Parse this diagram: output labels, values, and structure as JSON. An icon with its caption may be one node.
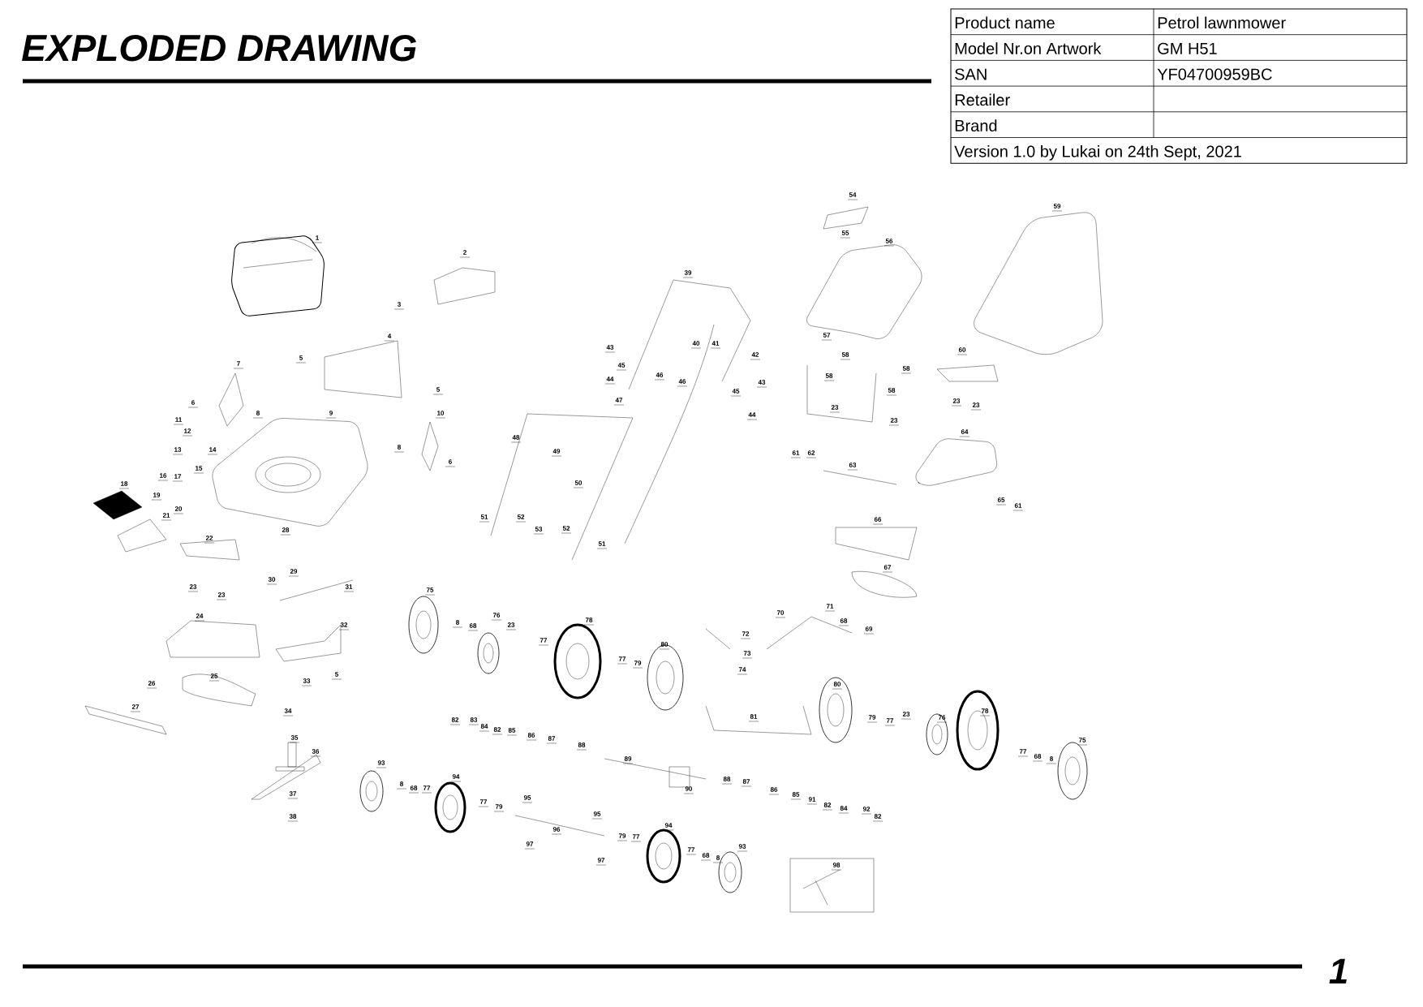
{
  "diagram": {
    "title": "EXPLODED DRAWING",
    "labels": [
      "Product name",
      "Petrol lawnmower",
      "Model Nr.on Artwork",
      "GM H51",
      "SAN",
      "YF04700959BC",
      "Retailer",
      "Brand",
      "Version 1.0 by Lukai on 24th Sept, 2021",
      "54",
      "59",
      "55",
      "1",
      "56",
      "2",
      "39",
      "3",
      "57",
      "4",
      "40",
      "41",
      "43",
      "60",
      "42",
      "58",
      "5",
      "7",
      "45",
      "58",
      "46",
      "58",
      "44",
      "46",
      "43",
      "5",
      "58",
      "45",
      "47",
      "23",
      "6",
      "23",
      "23",
      "8",
      "9",
      "10",
      "44",
      "11",
      "23",
      "12",
      "64",
      "48",
      "8",
      "13",
      "14",
      "49",
      "61",
      "62",
      "6",
      "63",
      "15",
      "16",
      "17",
      "50",
      "18",
      "19",
      "65",
      "61",
      "20",
      "21",
      "51",
      "52",
      "66",
      "52",
      "53",
      "28",
      "22",
      "51",
      "67",
      "29",
      "30",
      "23",
      "31",
      "75",
      "23",
      "71",
      "70",
      "76",
      "24",
      "78",
      "68",
      "8",
      "32",
      "23",
      "68",
      "69",
      "72",
      "77",
      "80",
      "73",
      "77",
      "79",
      "74",
      "5",
      "25",
      "33",
      "26",
      "80",
      "27",
      "34",
      "78",
      "23",
      "81",
      "79",
      "76",
      "82",
      "83",
      "77",
      "84",
      "82",
      "85",
      "86",
      "87",
      "35",
      "75",
      "88",
      "77",
      "36",
      "68",
      "89",
      "8",
      "93",
      "94",
      "88",
      "87",
      "8",
      "68",
      "77",
      "90",
      "86",
      "37",
      "85",
      "95",
      "91",
      "77",
      "82",
      "79",
      "84",
      "92",
      "95",
      "82",
      "38",
      "94",
      "96",
      "79",
      "77",
      "93",
      "77",
      "68",
      "8",
      "97",
      "97",
      "98",
      "1"
    ]
  }
}
